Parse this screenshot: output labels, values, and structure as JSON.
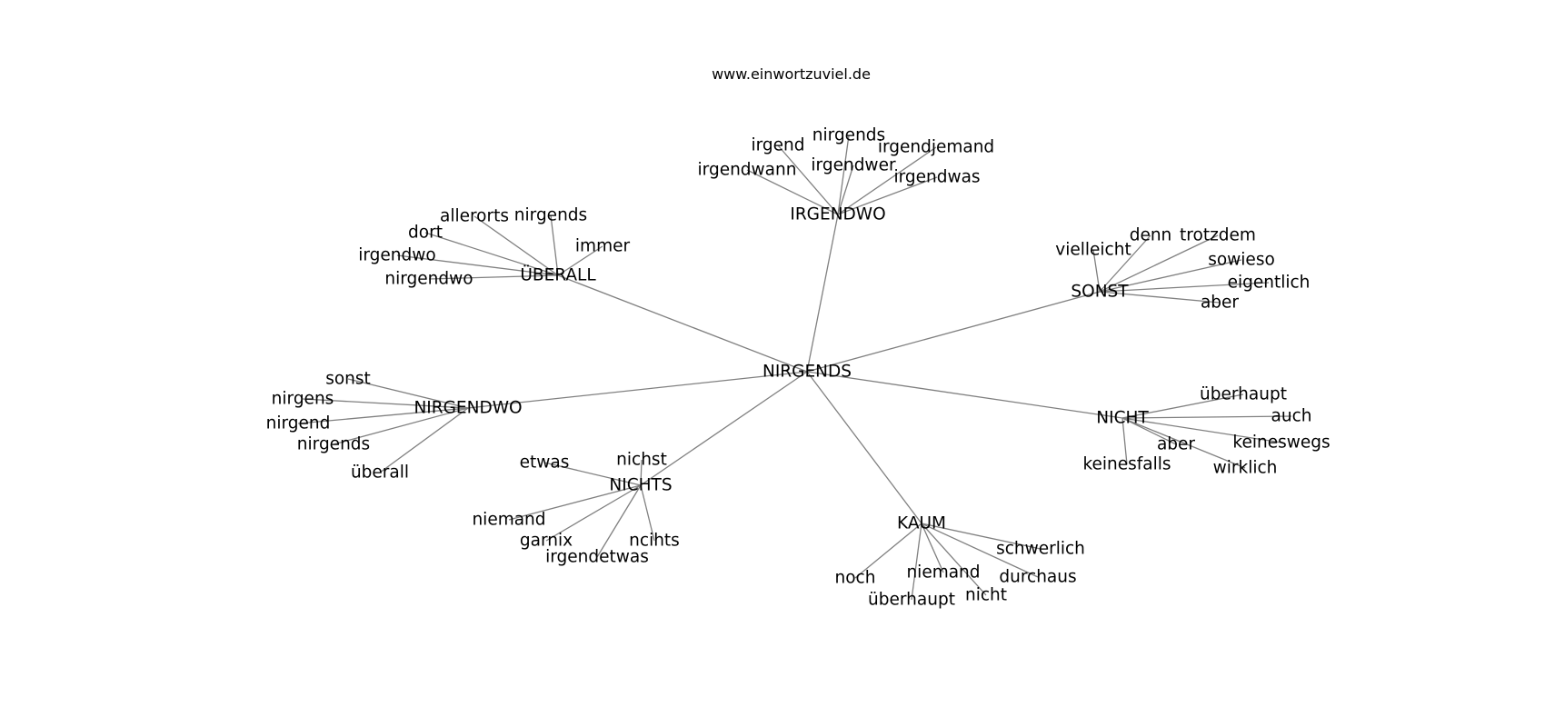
{
  "caption": "www.einwortzuviel.de",
  "colors": {
    "edge": "#808080",
    "text": "#000000",
    "background": "#ffffff"
  },
  "graph": {
    "center": {
      "id": "nirgends_center",
      "label": "NIRGENDS"
    },
    "clusters": [
      {
        "id": "irgendwo",
        "label": "IRGENDWO",
        "words": [
          "irgend",
          "nirgends",
          "irgendjemand",
          "irgendwer",
          "irgendwann",
          "irgendwas"
        ]
      },
      {
        "id": "ueberall",
        "label": "ÜBERALL",
        "words": [
          "allerorts",
          "nirgends",
          "dort",
          "immer",
          "irgendwo",
          "nirgendwo"
        ]
      },
      {
        "id": "sonst",
        "label": "SONST",
        "words": [
          "vielleicht",
          "denn",
          "trotzdem",
          "sowieso",
          "eigentlich",
          "aber"
        ]
      },
      {
        "id": "nirgendwo",
        "label": "NIRGENDWO",
        "words": [
          "sonst",
          "nirgens",
          "nirgend",
          "nirgends",
          "überall"
        ]
      },
      {
        "id": "nicht",
        "label": "NICHT",
        "words": [
          "überhaupt",
          "auch",
          "aber",
          "keineswegs",
          "keinesfalls",
          "wirklich"
        ]
      },
      {
        "id": "nichts",
        "label": "NICHTS",
        "words": [
          "etwas",
          "nichst",
          "niemand",
          "garnix",
          "ncihts",
          "irgendetwas"
        ]
      },
      {
        "id": "kaum",
        "label": "KAUM",
        "words": [
          "schwerlich",
          "niemand",
          "durchaus",
          "noch",
          "nicht",
          "überhaupt"
        ]
      }
    ]
  }
}
